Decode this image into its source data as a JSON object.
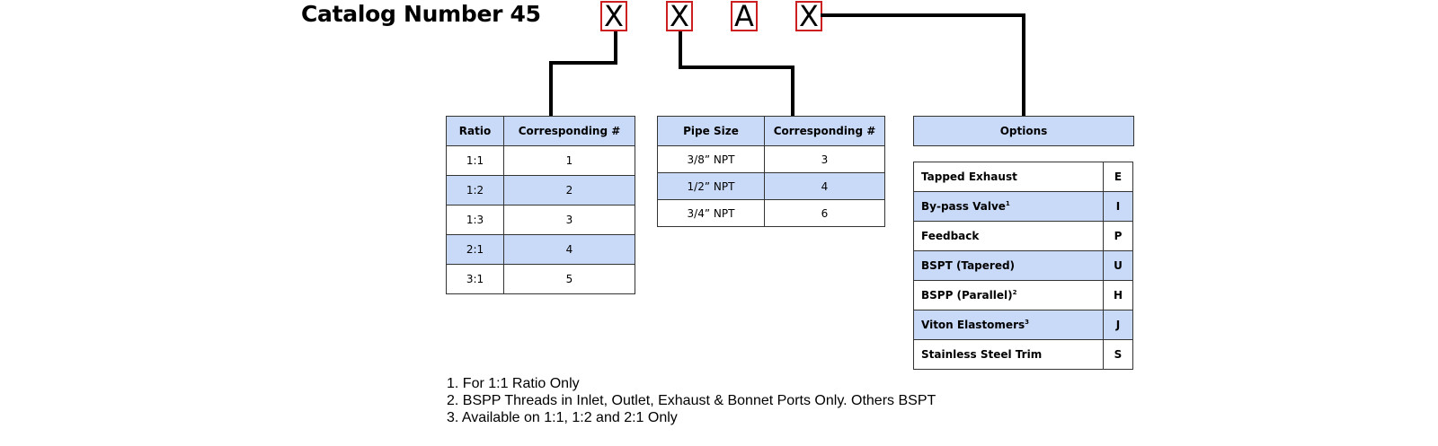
{
  "title": "Catalog Number 45",
  "code": [
    "X",
    "X",
    "A",
    "X"
  ],
  "ratio_table": {
    "headers": [
      "Ratio",
      "Corresponding #"
    ],
    "rows": [
      [
        "1:1",
        "1"
      ],
      [
        "1:2",
        "2"
      ],
      [
        "1:3",
        "3"
      ],
      [
        "2:1",
        "4"
      ],
      [
        "3:1",
        "5"
      ]
    ]
  },
  "pipe_table": {
    "headers": [
      "Pipe Size",
      "Corresponding #"
    ],
    "rows": [
      [
        "3/8” NPT",
        "3"
      ],
      [
        "1/2” NPT",
        "4"
      ],
      [
        "3/4” NPT",
        "6"
      ]
    ]
  },
  "options_table": {
    "header": "Options",
    "rows": [
      {
        "name": "Tapped Exhaust",
        "sup": "",
        "code": "E"
      },
      {
        "name": "By-pass Valve",
        "sup": "1",
        "code": "I"
      },
      {
        "name": "Feedback",
        "sup": "",
        "code": "P"
      },
      {
        "name": "BSPT (Tapered)",
        "sup": "",
        "code": "U"
      },
      {
        "name": "BSPP (Parallel)",
        "sup": "2",
        "code": "H"
      },
      {
        "name": "Viton Elastomers",
        "sup": "3",
        "code": "J"
      },
      {
        "name": "Stainless Steel Trim",
        "sup": "",
        "code": "S"
      }
    ]
  },
  "footnotes": [
    "1.  For 1:1 Ratio Only",
    "2.  BSPP Threads in Inlet, Outlet, Exhaust & Bonnet Ports Only. Others BSPT",
    "3. Available on 1:1, 1:2 and 2:1 Only"
  ],
  "colors": {
    "header_fill": "#c9daf8",
    "box_border": "#cc1f1f",
    "line": "#000000"
  }
}
